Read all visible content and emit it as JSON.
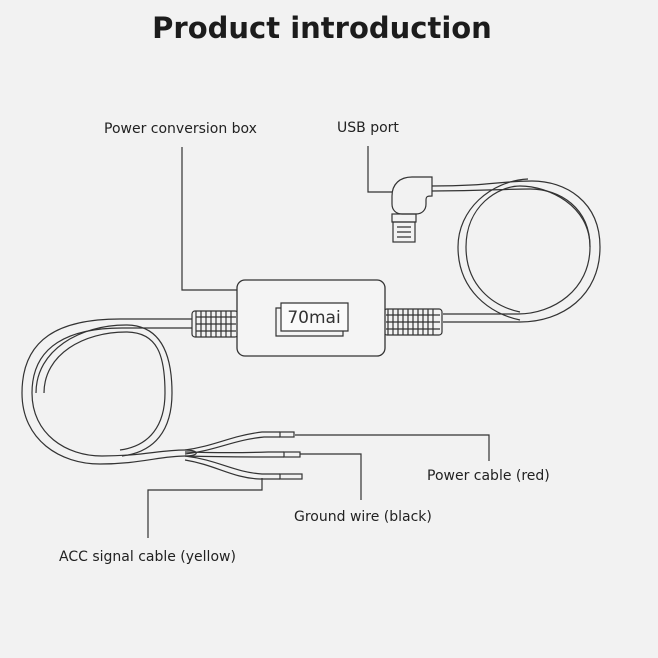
{
  "title": "Product introduction",
  "labels": {
    "power_conversion_box": "Power conversion box",
    "usb_port": "USB port",
    "power_cable": "Power cable (red)",
    "ground_wire": "Ground wire (black)",
    "acc_signal_cable": "ACC signal cable (yellow)"
  },
  "brand": "70mai",
  "colors": {
    "background": "#f2f2f2",
    "line": "#333333",
    "text": "#222222"
  }
}
